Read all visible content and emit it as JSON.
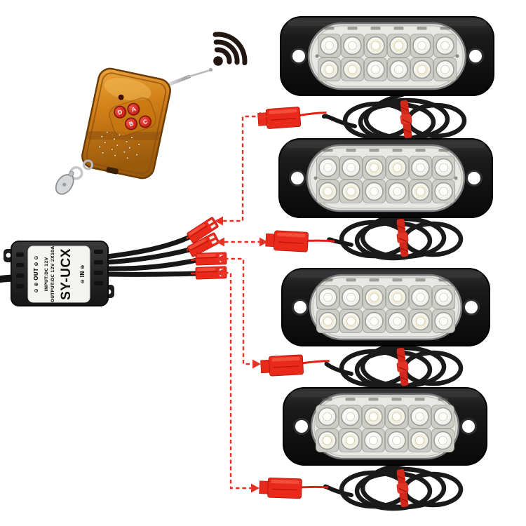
{
  "remote": {
    "buttons": [
      "A",
      "B",
      "C",
      "D"
    ],
    "body_color": "#cf7d17",
    "button_color": "#d42a1c",
    "antenna_color": "#c3c4c8",
    "indicator_color": "#4a0c08"
  },
  "wifi_icon": {
    "name": "wireless-signal-icon",
    "color": "#221711",
    "arcs": 3
  },
  "controller": {
    "model": "SY-UCX",
    "input_label": "INPUT:DC 12V",
    "output_label": "OUTPUT:DC 12V 2X10A",
    "out_line": "⊖ ⊕ OUT ⊕ ⊖",
    "in_line": "⊖ IN ⊕",
    "box_color": "#262626",
    "label_color": "#f4f4f1",
    "output_wires": 4
  },
  "lights": [
    {
      "name": "led-light-bar-1",
      "led_count": 12,
      "rows": 2,
      "cols": 6
    },
    {
      "name": "led-light-bar-2",
      "led_count": 12,
      "rows": 2,
      "cols": 6
    },
    {
      "name": "led-light-bar-3",
      "led_count": 12,
      "rows": 2,
      "cols": 6
    },
    {
      "name": "led-light-bar-4",
      "led_count": 12,
      "rows": 2,
      "cols": 6
    }
  ],
  "connections": [
    {
      "from": "controller-output-1",
      "to": "led-light-bar-1",
      "style": "red-dashed-arrow"
    },
    {
      "from": "controller-output-2",
      "to": "led-light-bar-2",
      "style": "red-dashed-arrow"
    },
    {
      "from": "controller-output-3",
      "to": "led-light-bar-3",
      "style": "red-dashed-arrow"
    },
    {
      "from": "controller-output-4",
      "to": "led-light-bar-4",
      "style": "red-dashed-arrow"
    }
  ],
  "colors": {
    "background": "#ffffff",
    "connector_red": "#e92a1b",
    "arrow_red": "#e73325",
    "cable_black": "#171717",
    "tie_red": "#d2281c"
  }
}
